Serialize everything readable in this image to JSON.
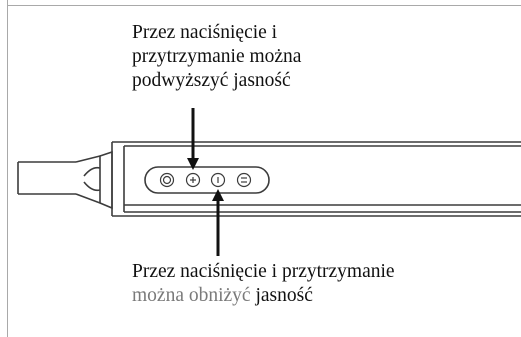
{
  "annotations": {
    "increase": {
      "lines": [
        "Przez naciśnięcie i",
        "przytrzymanie można",
        "podwyższyć jasność"
      ]
    },
    "decrease": {
      "line1": "Przez naciśnięcie i przytrzymanie",
      "line2_part1": "można obniżyć",
      "line2_part2": "jasność"
    }
  },
  "buttons": [
    {
      "name": "power",
      "icon": "power-icon"
    },
    {
      "name": "plus",
      "icon": "plus-icon"
    },
    {
      "name": "minus",
      "icon": "minus-icon"
    },
    {
      "name": "mode",
      "icon": "mode-icon"
    }
  ],
  "colors": {
    "frame": "#a9a9a9",
    "outline": "#3c3c3c",
    "text": "#111111",
    "muted_text": "#7a7a7a"
  }
}
